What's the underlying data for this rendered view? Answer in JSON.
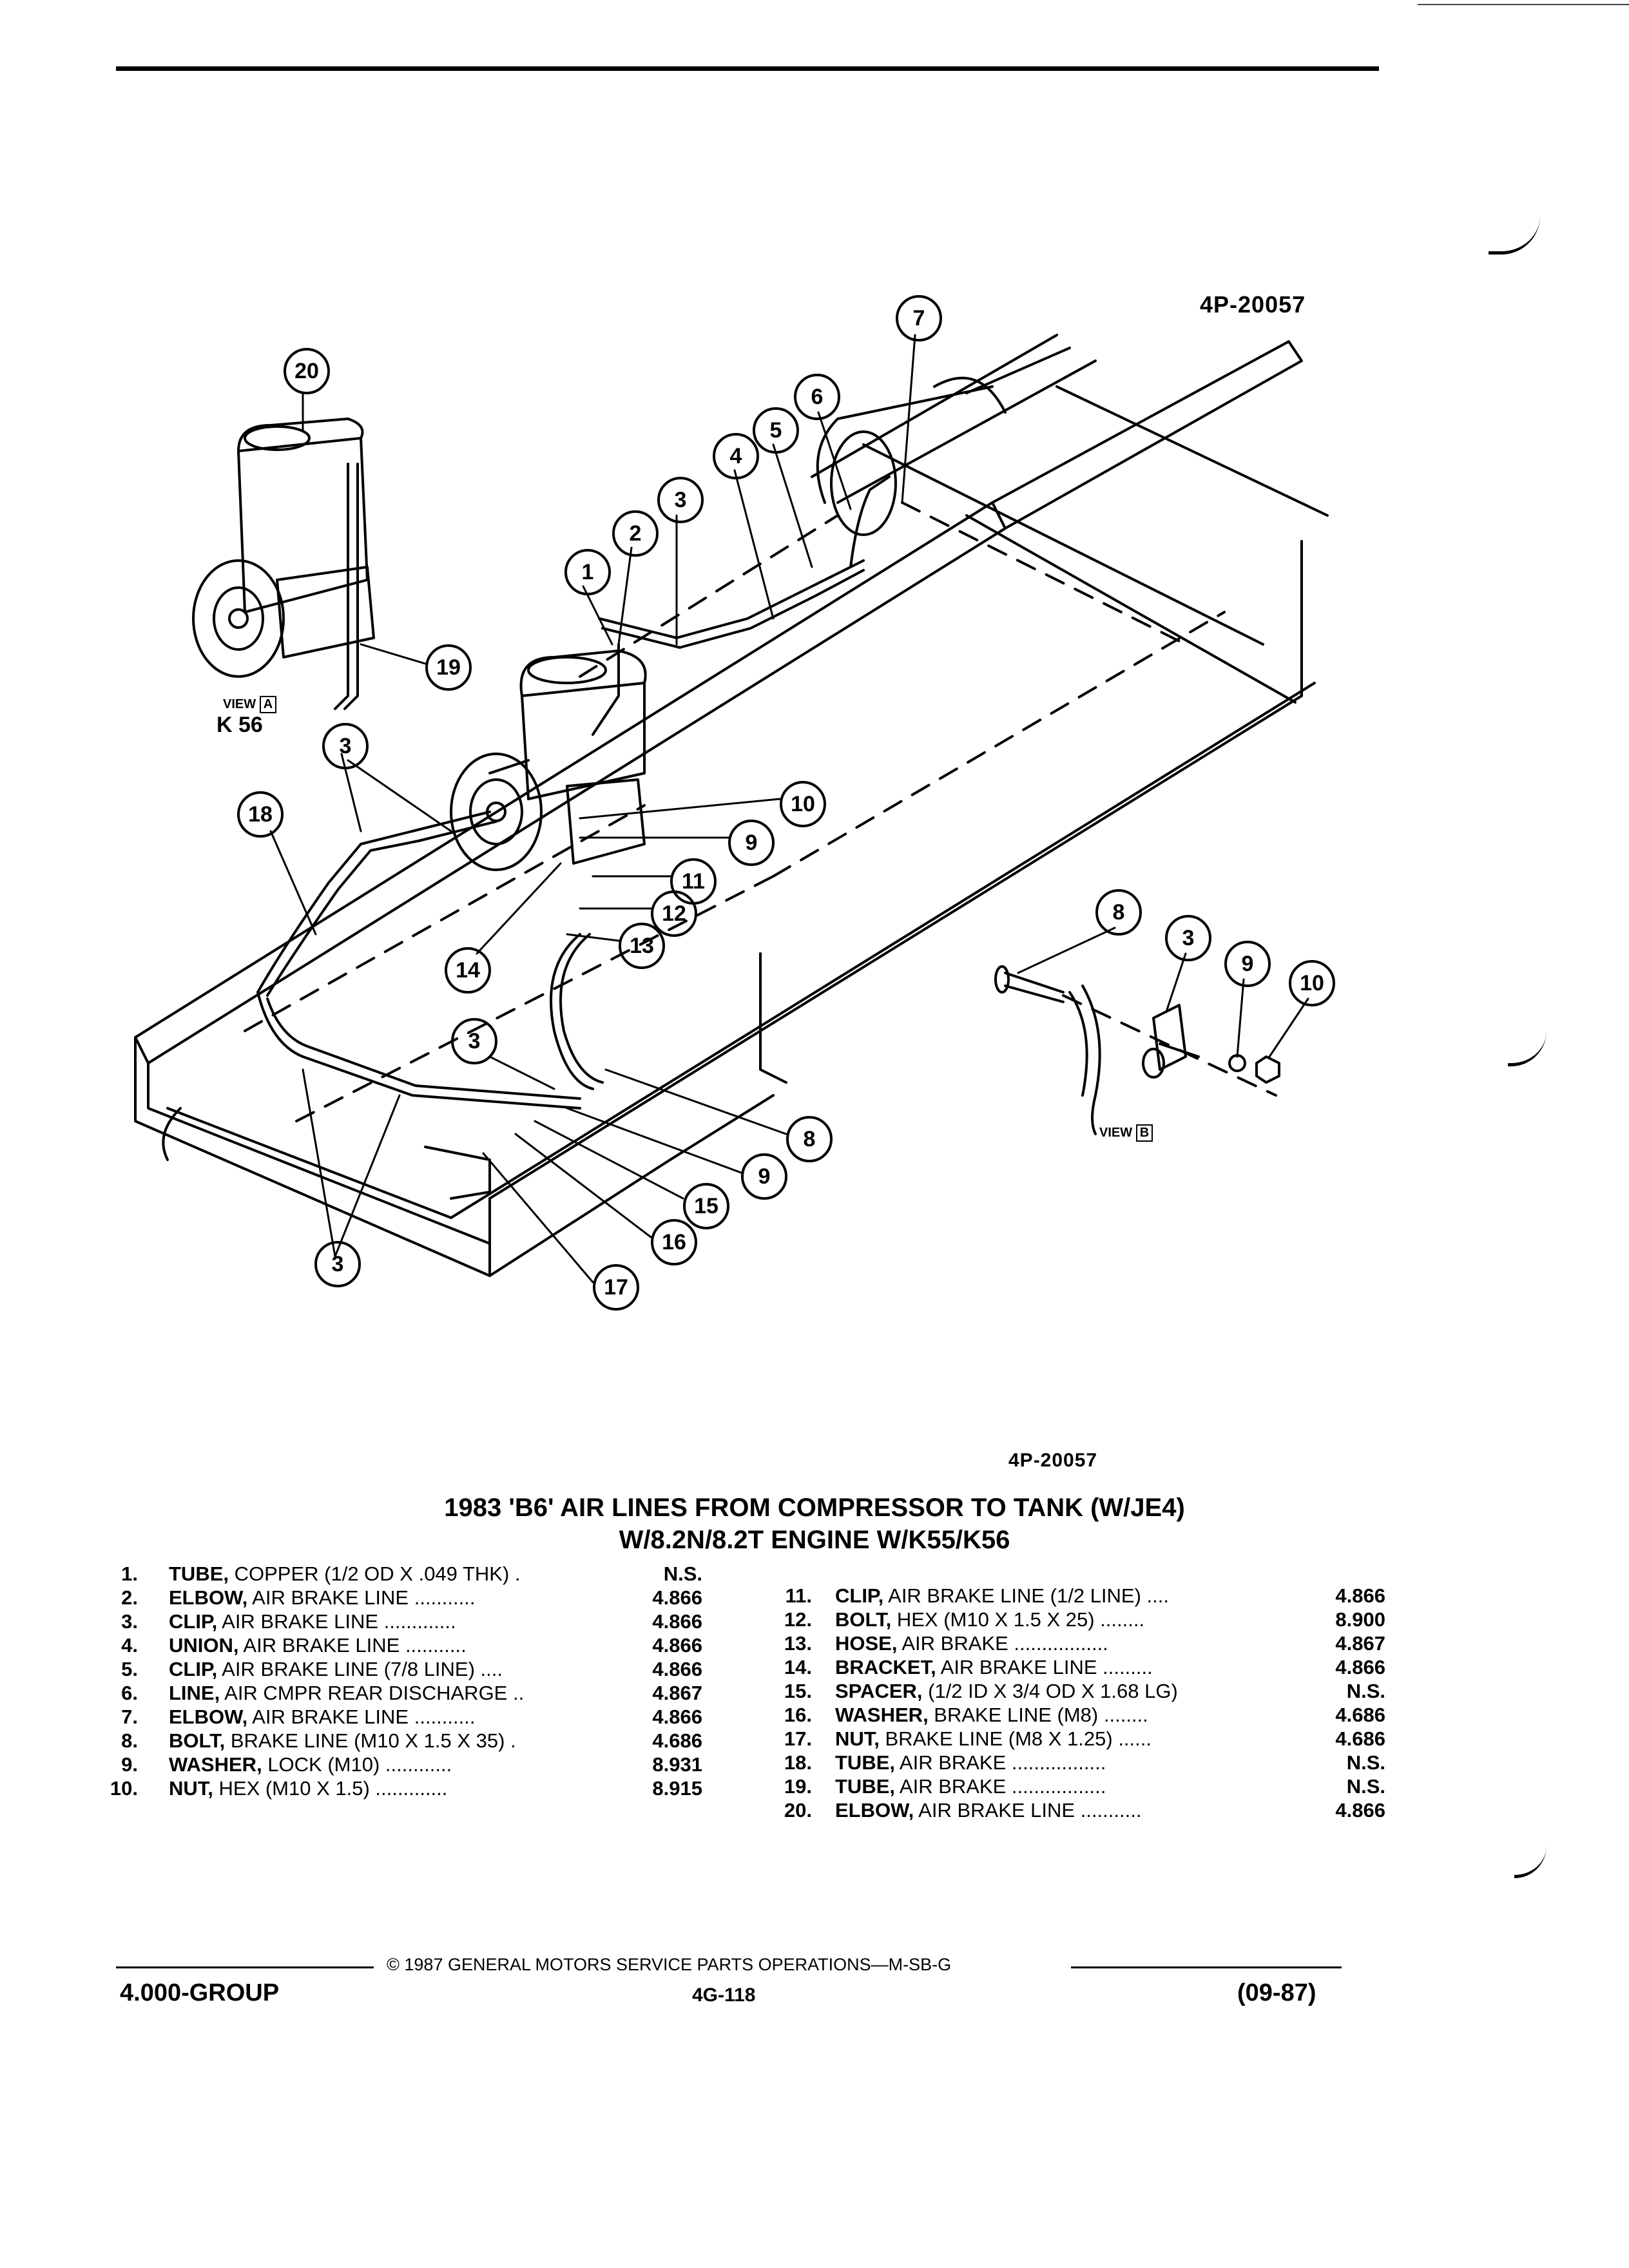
{
  "figure_id": "4P-20057",
  "figure_id_bottom": "4P-20057",
  "title_line1": "1983 'B6' AIR LINES FROM COMPRESSOR TO TANK (W/JE4)",
  "title_line2": "W/8.2N/8.2T ENGINE W/K55/K56",
  "view_a_label": "VIEW",
  "view_a_letter": "A",
  "view_a_code": "K 56",
  "view_b_label": "VIEW",
  "view_b_letter": "B",
  "callouts": [
    "20",
    "19",
    "7",
    "6",
    "5",
    "4",
    "3",
    "2",
    "1",
    "3",
    "18",
    "10",
    "9",
    "11",
    "12",
    "13",
    "14",
    "3",
    "8",
    "9",
    "15",
    "16",
    "17",
    "3",
    "8",
    "3",
    "9",
    "10"
  ],
  "parts_left": [
    {
      "num": "1.",
      "name": "TUBE,",
      "desc": " COPPER (1/2 OD X .049 THK)",
      "dots": " .",
      "cat": "N.S."
    },
    {
      "num": "2.",
      "name": "ELBOW,",
      "desc": " AIR BRAKE LINE",
      "dots": " ...........",
      "cat": "4.866"
    },
    {
      "num": "3.",
      "name": "CLIP,",
      "desc": " AIR BRAKE LINE",
      "dots": " .............",
      "cat": "4.866"
    },
    {
      "num": "4.",
      "name": "UNION,",
      "desc": " AIR BRAKE LINE",
      "dots": " ...........",
      "cat": "4.866"
    },
    {
      "num": "5.",
      "name": "CLIP,",
      "desc": " AIR BRAKE LINE (7/8 LINE)",
      "dots": " ....",
      "cat": "4.866"
    },
    {
      "num": "6.",
      "name": "LINE,",
      "desc": " AIR CMPR REAR DISCHARGE",
      "dots": " ..",
      "cat": "4.867"
    },
    {
      "num": "7.",
      "name": "ELBOW,",
      "desc": " AIR BRAKE LINE",
      "dots": " ...........",
      "cat": "4.866"
    },
    {
      "num": "8.",
      "name": "BOLT,",
      "desc": " BRAKE LINE (M10 X 1.5 X 35)",
      "dots": " .",
      "cat": "4.686"
    },
    {
      "num": "9.",
      "name": "WASHER,",
      "desc": " LOCK (M10)",
      "dots": " ............",
      "cat": "8.931"
    },
    {
      "num": "10.",
      "name": "NUT,",
      "desc": " HEX (M10 X 1.5)",
      "dots": " .............",
      "cat": "8.915"
    }
  ],
  "parts_right": [
    {
      "num": "11.",
      "name": "CLIP,",
      "desc": " AIR BRAKE LINE (1/2 LINE)",
      "dots": " ....",
      "cat": "4.866"
    },
    {
      "num": "12.",
      "name": "BOLT,",
      "desc": " HEX (M10 X 1.5 X 25)",
      "dots": " ........",
      "cat": "8.900"
    },
    {
      "num": "13.",
      "name": "HOSE,",
      "desc": " AIR BRAKE",
      "dots": " .................",
      "cat": "4.867"
    },
    {
      "num": "14.",
      "name": "BRACKET,",
      "desc": " AIR BRAKE LINE",
      "dots": " .........",
      "cat": "4.866"
    },
    {
      "num": "15.",
      "name": "SPACER,",
      "desc": " (1/2 ID X 3/4 OD X 1.68 LG)",
      "dots": "",
      "cat": "N.S."
    },
    {
      "num": "16.",
      "name": "WASHER,",
      "desc": " BRAKE LINE (M8)",
      "dots": " ........",
      "cat": "4.686"
    },
    {
      "num": "17.",
      "name": "NUT,",
      "desc": " BRAKE LINE (M8 X 1.25)",
      "dots": " ......",
      "cat": "4.686"
    },
    {
      "num": "18.",
      "name": "TUBE,",
      "desc": " AIR BRAKE",
      "dots": " .................",
      "cat": "N.S."
    },
    {
      "num": "19.",
      "name": "TUBE,",
      "desc": " AIR BRAKE",
      "dots": " .................",
      "cat": "N.S."
    },
    {
      "num": "20.",
      "name": "ELBOW,",
      "desc": " AIR BRAKE LINE",
      "dots": " ...........",
      "cat": "4.866"
    }
  ],
  "footer_copyright": "© 1987 GENERAL MOTORS SERVICE PARTS OPERATIONS—M-SB-G",
  "footer_group": "4.000-GROUP",
  "footer_page": "4G-118",
  "footer_date": "(09-87)"
}
